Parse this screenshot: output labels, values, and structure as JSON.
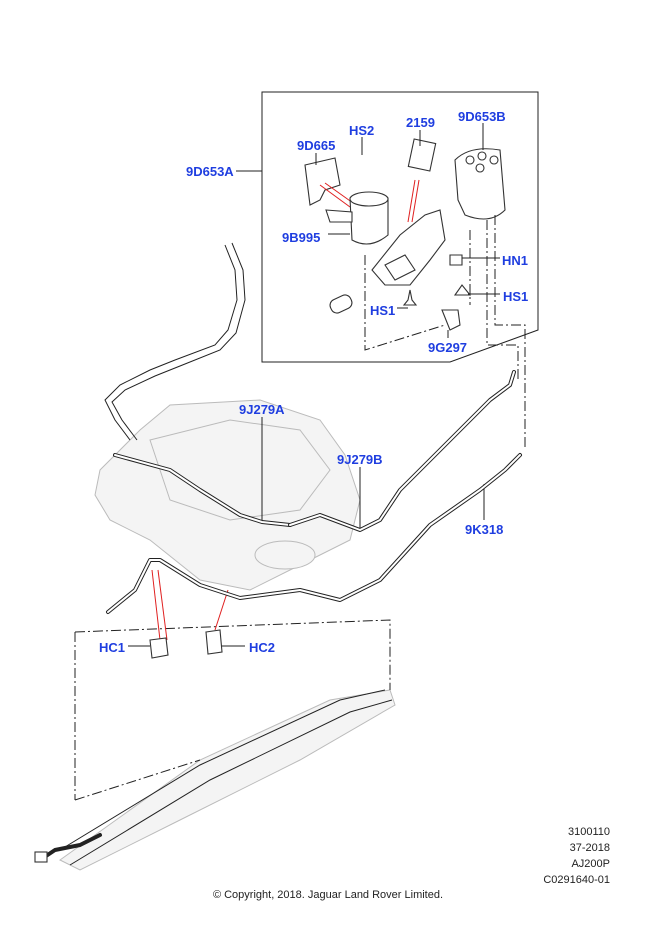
{
  "labels": {
    "9D653A": "9D653A",
    "HS2": "HS2",
    "2159": "2159",
    "9D653B": "9D653B",
    "9D665": "9D665",
    "9B995": "9B995",
    "HN1": "HN1",
    "HS1_right": "HS1",
    "HS1_left": "HS1",
    "9G297": "9G297",
    "9J279A": "9J279A",
    "9J279B": "9J279B",
    "9K318": "9K318",
    "HC1": "HC1",
    "HC2": "HC2"
  },
  "codes": [
    "3100110",
    "37-2018",
    "AJ200P",
    "C0291640-01"
  ],
  "copyright": "© Copyright, 2018. Jaguar Land Rover Limited.",
  "colors": {
    "label": "#1f3ee0",
    "lines": "#222222",
    "guide": "#e02020"
  }
}
